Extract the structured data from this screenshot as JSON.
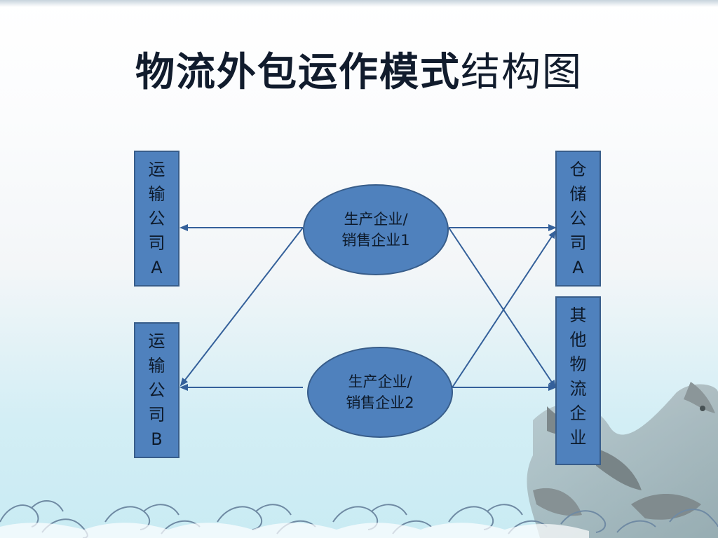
{
  "title": {
    "bold": "物流外包运作模式",
    "light": "结构图"
  },
  "boxes": {
    "transport_a": [
      "运",
      "输",
      "公",
      "司",
      "A"
    ],
    "transport_b": [
      "运",
      "输",
      "公",
      "司",
      "B"
    ],
    "storage_a": [
      "仓",
      "储",
      "公",
      "司",
      "A"
    ],
    "other_logistics": [
      "其",
      "他",
      "物",
      "流",
      "企",
      "业"
    ]
  },
  "nodes": {
    "enterprise_1": [
      "生产企业/",
      "销售企业1"
    ],
    "enterprise_2": [
      "生产企业/",
      "销售企业2"
    ]
  },
  "colors": {
    "fill": "#4f81bd",
    "border": "#385d8a",
    "arrow": "#34609a"
  }
}
